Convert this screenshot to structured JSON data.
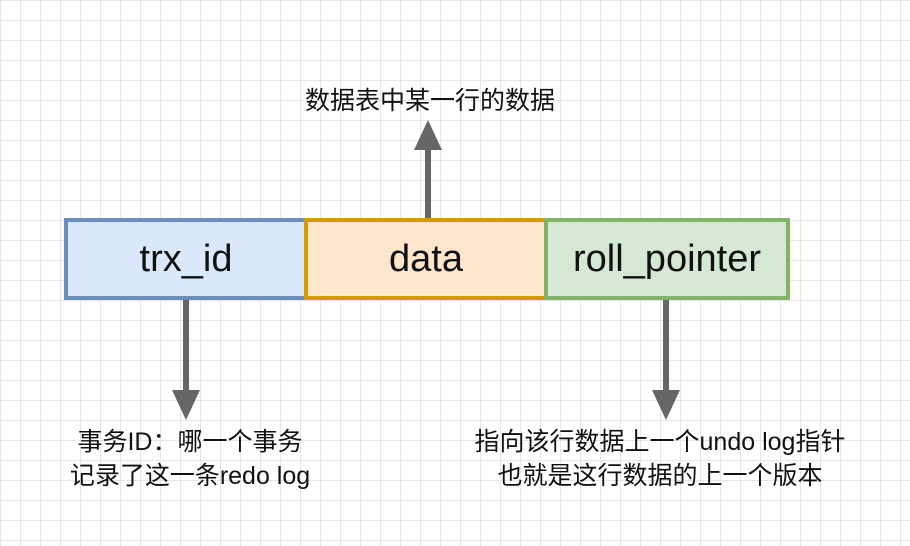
{
  "cells": [
    {
      "label": "trx_id",
      "fill": "#dae8fc",
      "stroke": "#6c8ebf"
    },
    {
      "label": "data",
      "fill": "#ffe6cc",
      "stroke": "#d79b00"
    },
    {
      "label": "roll_pointer",
      "fill": "#d5e8d4",
      "stroke": "#82b366"
    }
  ],
  "captions": {
    "top": "数据表中某一行的数据",
    "left": [
      "事务ID：哪一个事务",
      "记录了这一条redo log"
    ],
    "right": [
      "指向该行数据上一个undo log指针",
      "也就是这行数据的上一个版本"
    ]
  },
  "arrow_color": "#666666"
}
